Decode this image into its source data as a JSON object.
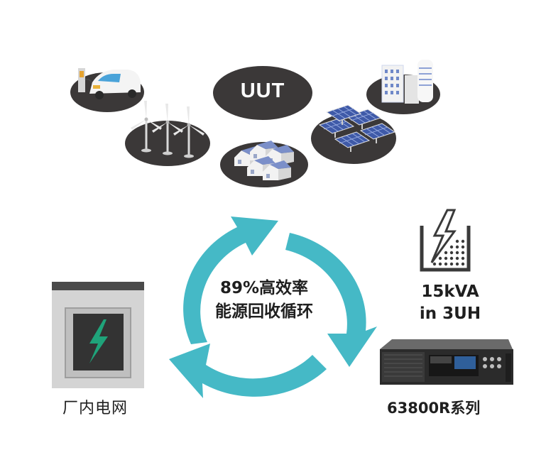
{
  "uut": {
    "label": "UUT"
  },
  "cycle": {
    "efficiency_line1": "89%高效率",
    "efficiency_line2": "能源回收循环",
    "arrow_color": "#45b9c6"
  },
  "grid": {
    "label": "厂内电网",
    "bolt_color": "#1fa37a"
  },
  "product": {
    "capacity_line1": "15kVA",
    "capacity_line2": "in 3UH",
    "model_label": "63800R系列"
  },
  "scenes": [
    {
      "name": "ev-charging",
      "icon": "ev-car-charger-icon"
    },
    {
      "name": "wind-power",
      "icon": "wind-turbine-icon"
    },
    {
      "name": "houses",
      "icon": "house-icon"
    },
    {
      "name": "solar-farm",
      "icon": "solar-panel-icon"
    },
    {
      "name": "buildings",
      "icon": "building-icon"
    }
  ]
}
